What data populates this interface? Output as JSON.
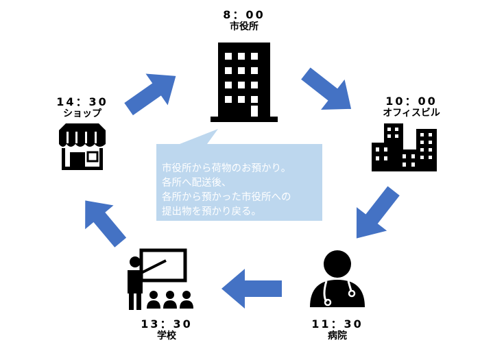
{
  "colors": {
    "arrow": "#4472c4",
    "callout_fill": "#bdd7ee",
    "callout_text": "#ffffff",
    "icon": "#000000"
  },
  "nodes": [
    {
      "id": "city-hall",
      "time": "8：00",
      "place": "市役所",
      "icon": "office-building-icon"
    },
    {
      "id": "office-building",
      "time": "10：00",
      "place": "オフィスビル",
      "icon": "city-buildings-icon"
    },
    {
      "id": "hospital",
      "time": "11：30",
      "place": "病院",
      "icon": "doctor-icon"
    },
    {
      "id": "school",
      "time": "13：30",
      "place": "学校",
      "icon": "teacher-classroom-icon"
    },
    {
      "id": "shop",
      "time": "14：30",
      "place": "ショップ",
      "icon": "shop-awning-icon"
    }
  ],
  "callout": {
    "lines": [
      "市役所から荷物のお預かり。",
      "各所へ配送後、",
      "各所から預かった市役所への",
      "提出物を預かり戻る。"
    ]
  }
}
